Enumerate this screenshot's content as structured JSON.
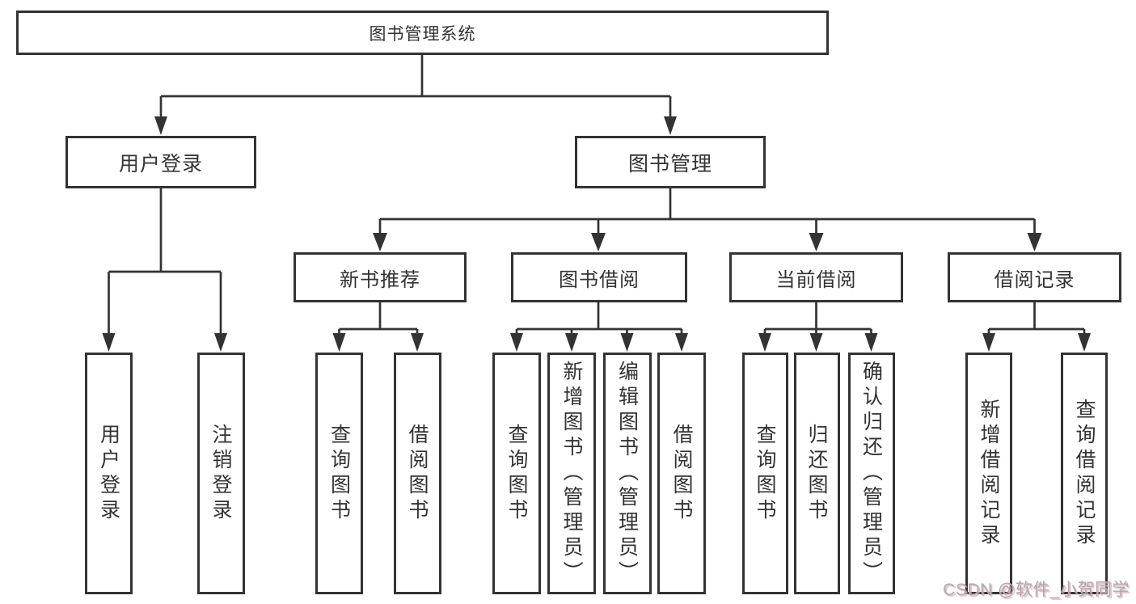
{
  "tree": {
    "root": {
      "label": "图书管理系统"
    },
    "branches": [
      {
        "label": "用户登录",
        "children": [
          {
            "label": "用户登录"
          },
          {
            "label": "注销登录"
          }
        ]
      },
      {
        "label": "图书管理",
        "children": [
          {
            "label": "新书推荐",
            "children": [
              {
                "label": "查询图书"
              },
              {
                "label": "借阅图书"
              }
            ]
          },
          {
            "label": "图书借阅",
            "children": [
              {
                "label": "查询图书"
              },
              {
                "label": "新增图书（管理员）"
              },
              {
                "label": "编辑图书（管理员）"
              },
              {
                "label": "借阅图书"
              }
            ]
          },
          {
            "label": "当前借阅",
            "children": [
              {
                "label": "查询图书"
              },
              {
                "label": "归还图书"
              },
              {
                "label": "确认归还（管理员）"
              }
            ]
          },
          {
            "label": "借阅记录",
            "children": [
              {
                "label": "新增借阅记录"
              },
              {
                "label": "查询借阅记录"
              }
            ]
          }
        ]
      }
    ]
  },
  "watermark": "CSDN @软件_小贺同学",
  "colors": {
    "line": "#333333",
    "box_border": "#333333",
    "text": "#333333",
    "background": "#ffffff",
    "watermark_gray": "#acacb2",
    "watermark_pink": "#f0a0a0"
  }
}
